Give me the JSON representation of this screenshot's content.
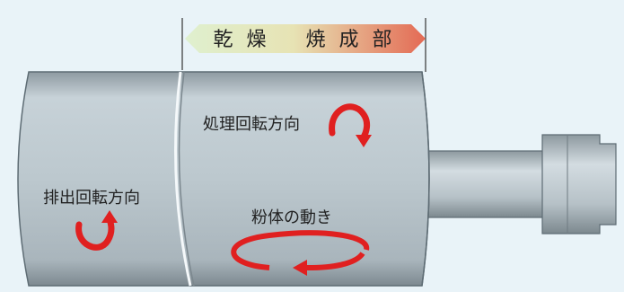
{
  "banner": {
    "zone_left": "乾 燥",
    "zone_right": "焼 成 部"
  },
  "labels": {
    "process_rotation": "処理回転方向",
    "discharge_rotation": "排出回転方向",
    "powder_motion": "粉体の動き"
  },
  "colors": {
    "background": "#e9f3f8",
    "drum_body": "#b9c6cd",
    "drum_edge": "#5e6c74",
    "arrow_red": "#e02020",
    "banner_start": "#d8ecc8",
    "banner_end": "#e26a52"
  },
  "icons": {
    "process_rotation_arrow": "curved-arrow-clockwise-icon",
    "discharge_rotation_arrow": "curved-arrow-up-icon",
    "powder_motion_arrow": "elliptical-arrow-icon"
  }
}
